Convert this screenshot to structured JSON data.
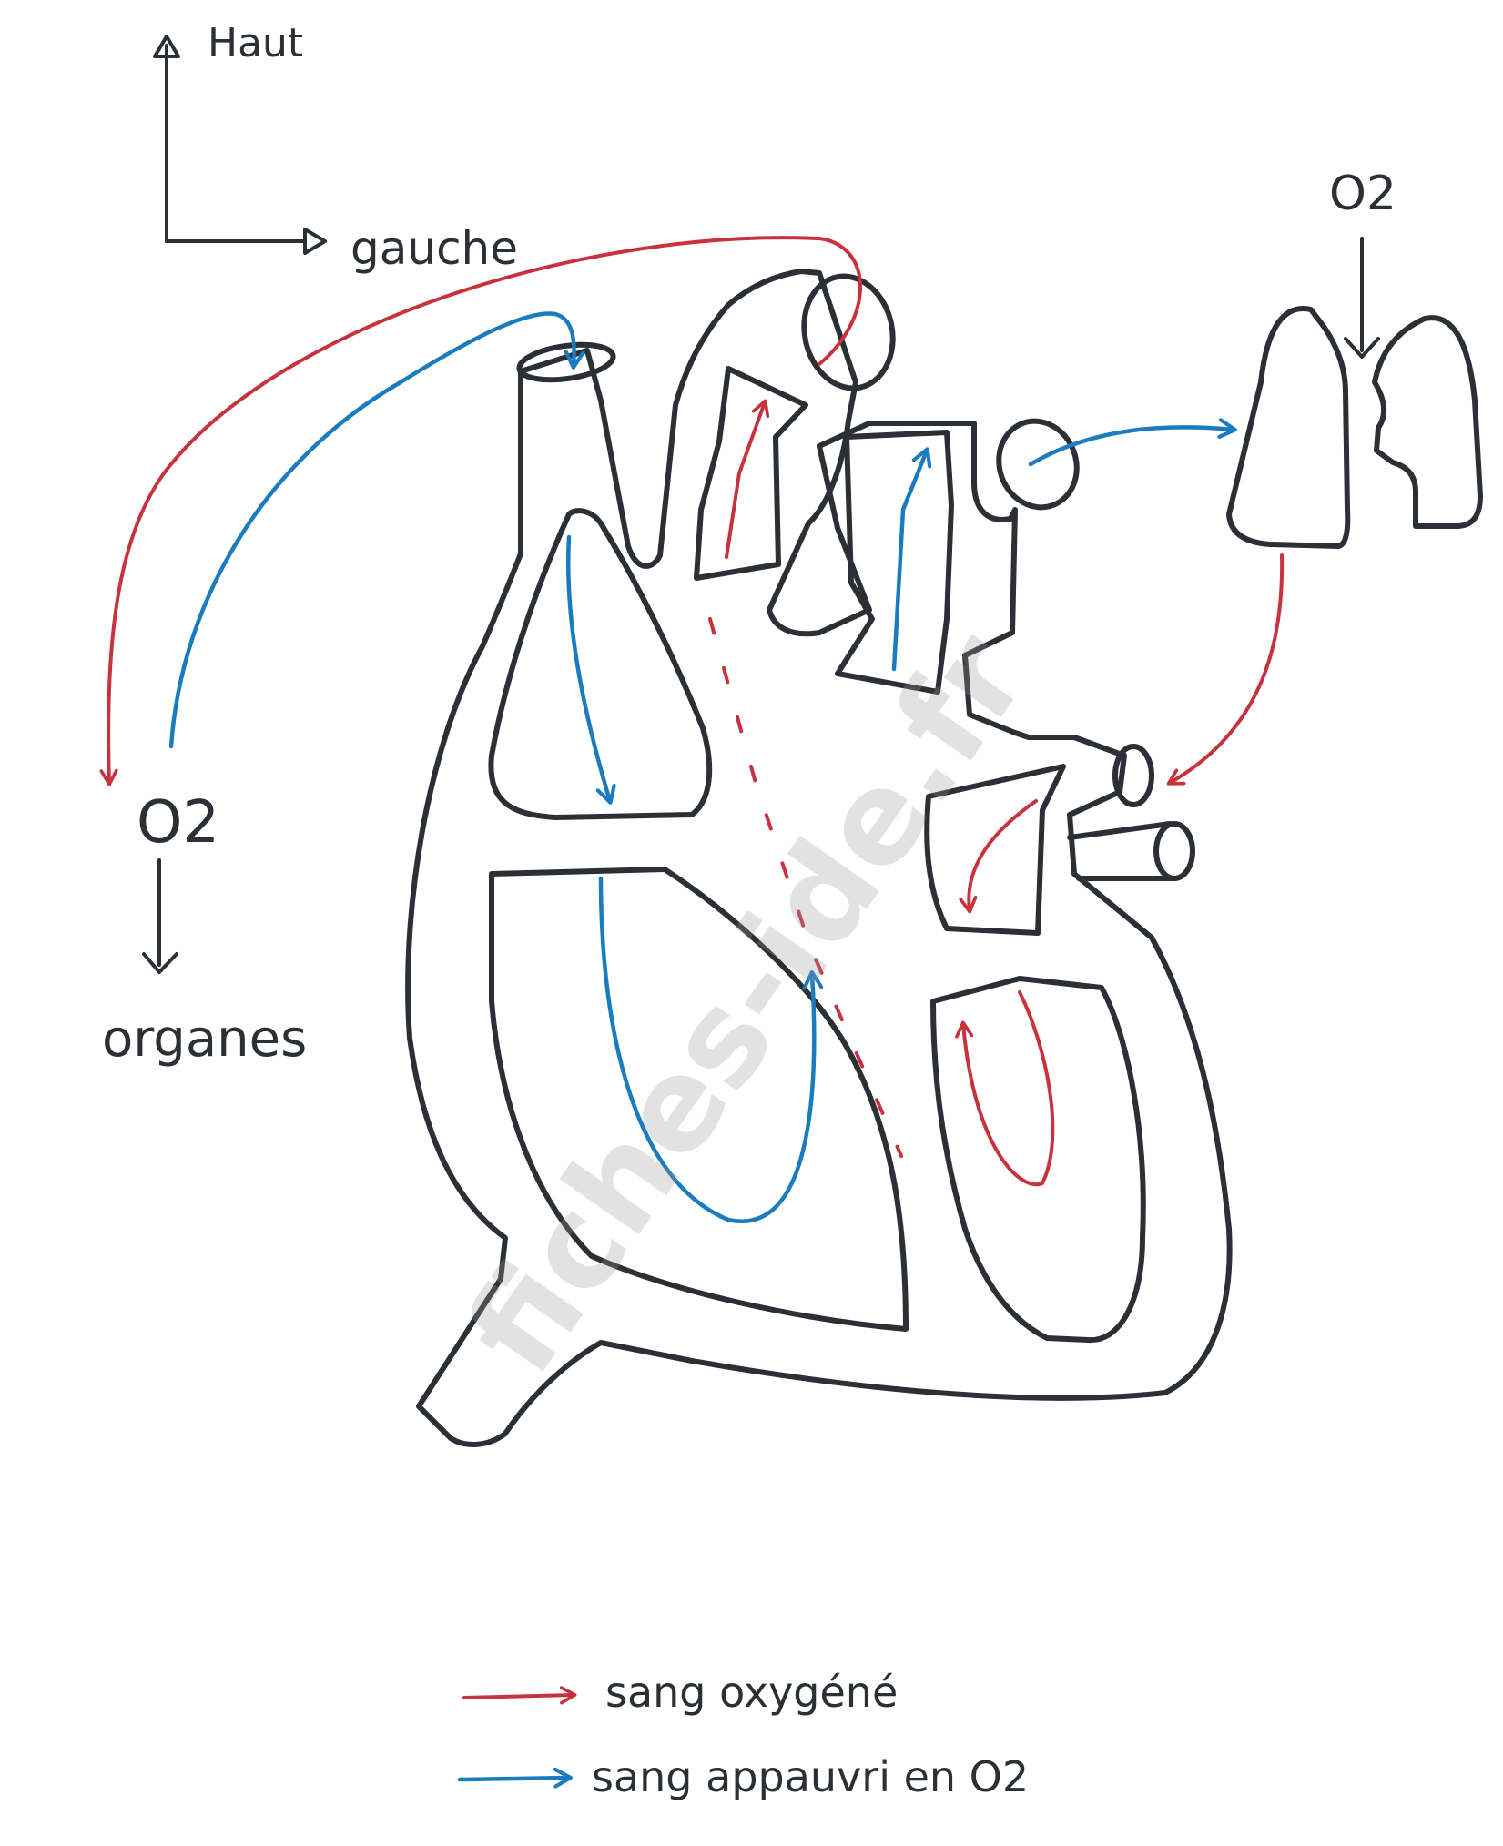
{
  "axes": {
    "up_label": "Haut",
    "left_label": "gauche"
  },
  "lungs": {
    "o2_label": "O2"
  },
  "body_side": {
    "o2_label": "O2",
    "organs_label": "organes"
  },
  "legend": {
    "oxygenated": "sang oxygéné",
    "deoxygenated": "sang appauvri en O2",
    "oxygenated_color": "#c8323f",
    "deoxygenated_color": "#1a7bbf"
  },
  "outline_color": "#2b2f36",
  "watermark": "fiches-ide.fr"
}
